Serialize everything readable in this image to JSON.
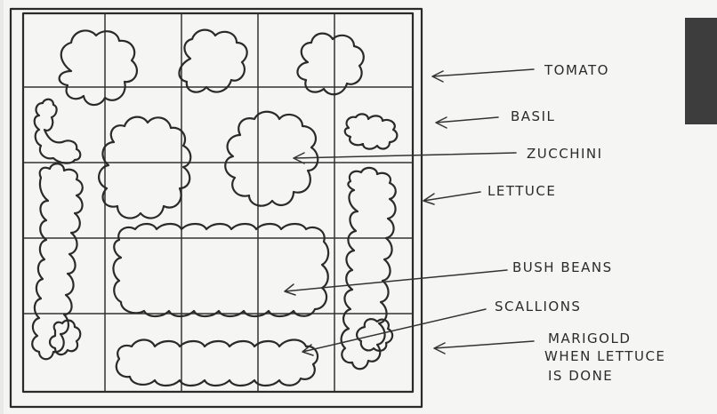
{
  "title": "",
  "labels": {
    "tomato": "TOMATO",
    "basil": "BASIL",
    "zucchini": "ZUCCHINI",
    "lettuce": "LETTUCE",
    "bush_beans": "BUSH BEANS",
    "scallions": "SCALLIONS",
    "marigold_line1": "MARIGOLD",
    "marigold_line2": "WHEN LETTUCE",
    "marigold_line3": "IS DONE"
  },
  "grid": {
    "columns": 5,
    "rows": 5
  },
  "colors": {
    "paper": "#f4f4f2",
    "ink": "#2a2a2a",
    "background": "#e9e9e7"
  }
}
